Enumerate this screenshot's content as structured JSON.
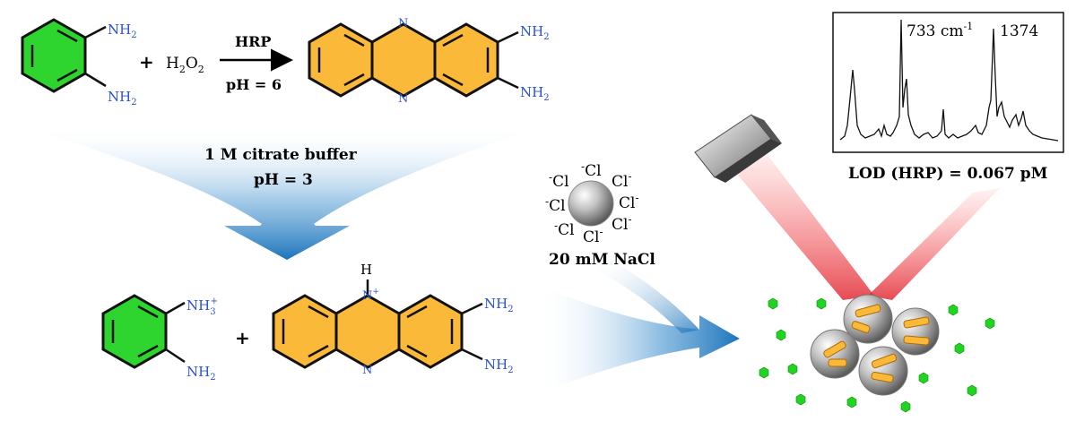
{
  "reaction": {
    "reactant_top_nh2_a": "NH",
    "reactant_top_nh2_b": "NH",
    "sub2": "2",
    "plus": "+",
    "h2o2_h": "H",
    "h2o2_o": "O",
    "enzyme": "HRP",
    "ph_top": "pH = 6",
    "ring_n": "N"
  },
  "buffer": {
    "line1": "1 M citrate buffer",
    "line2": "pH = 3"
  },
  "bottom": {
    "nh3": "NH",
    "sub3": "3",
    "plus_charge": "+",
    "h_label": "H",
    "n_label": "N"
  },
  "nanoparticle": {
    "chloride": "Cl",
    "minus": "-",
    "salt_label": "20 mM NaCl"
  },
  "spectrum": {
    "peak1_value": "733 cm",
    "peak1_exp": "-1",
    "peak2_value": "1374",
    "lod": "LOD (HRP) = 0.067 pM"
  }
}
